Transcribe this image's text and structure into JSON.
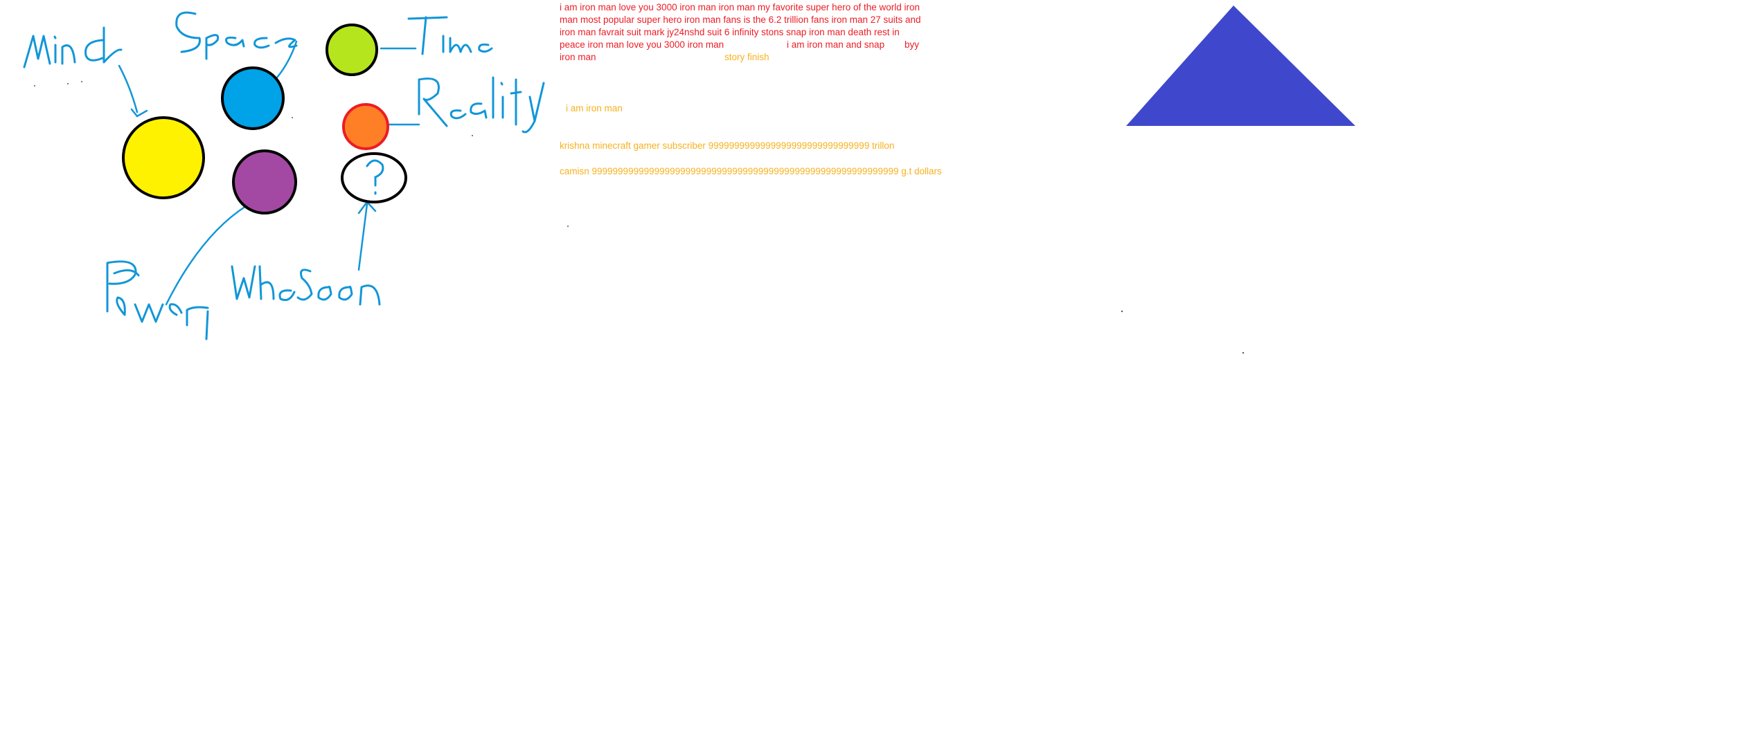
{
  "canvas": {
    "background": "#ffffff",
    "handwritten_labels": [
      "Mind",
      "Space",
      "Time",
      "Reality",
      "Power",
      "WhoSoon"
    ],
    "stones": [
      {
        "name": "mind",
        "fill": "#fff200"
      },
      {
        "name": "space",
        "fill": "#00a2e8"
      },
      {
        "name": "time",
        "fill": "#b5e61d"
      },
      {
        "name": "reality",
        "fill": "#ff7f27"
      },
      {
        "name": "power",
        "fill": "#a349a4"
      },
      {
        "name": "unknown",
        "fill": "#ffffff",
        "glyph": "?"
      }
    ],
    "ink_color": "#1196d8",
    "triangle_color": "#3f48cc"
  },
  "colors": {
    "red": "#ed1c24",
    "orange": "#f7b11d"
  },
  "story": {
    "line1": "i am iron man love you 3000 iron man iron man my favorite super hero of the world iron",
    "line2": "man most popular super hero iron man fans is the 6.2 trillion fans iron man  27 suits  and",
    "line3": "iron man favrait suit mark jy24nshd suit 6 infinity stons snap iron man death rest in",
    "line4": "peace iron man love you 3000 iron man",
    "line4b": "i am iron man and snap",
    "line4c": "byy",
    "line5": "iron man",
    "finish": "story finish",
    "iam": "i am iron man",
    "krishna": "krishna minecraft gamer subscriber 9999999999999999999999999999999 trillon",
    "camisn": "camisn 99999999999999999999999999999999999999999999999999999999999 g.t dollars"
  }
}
